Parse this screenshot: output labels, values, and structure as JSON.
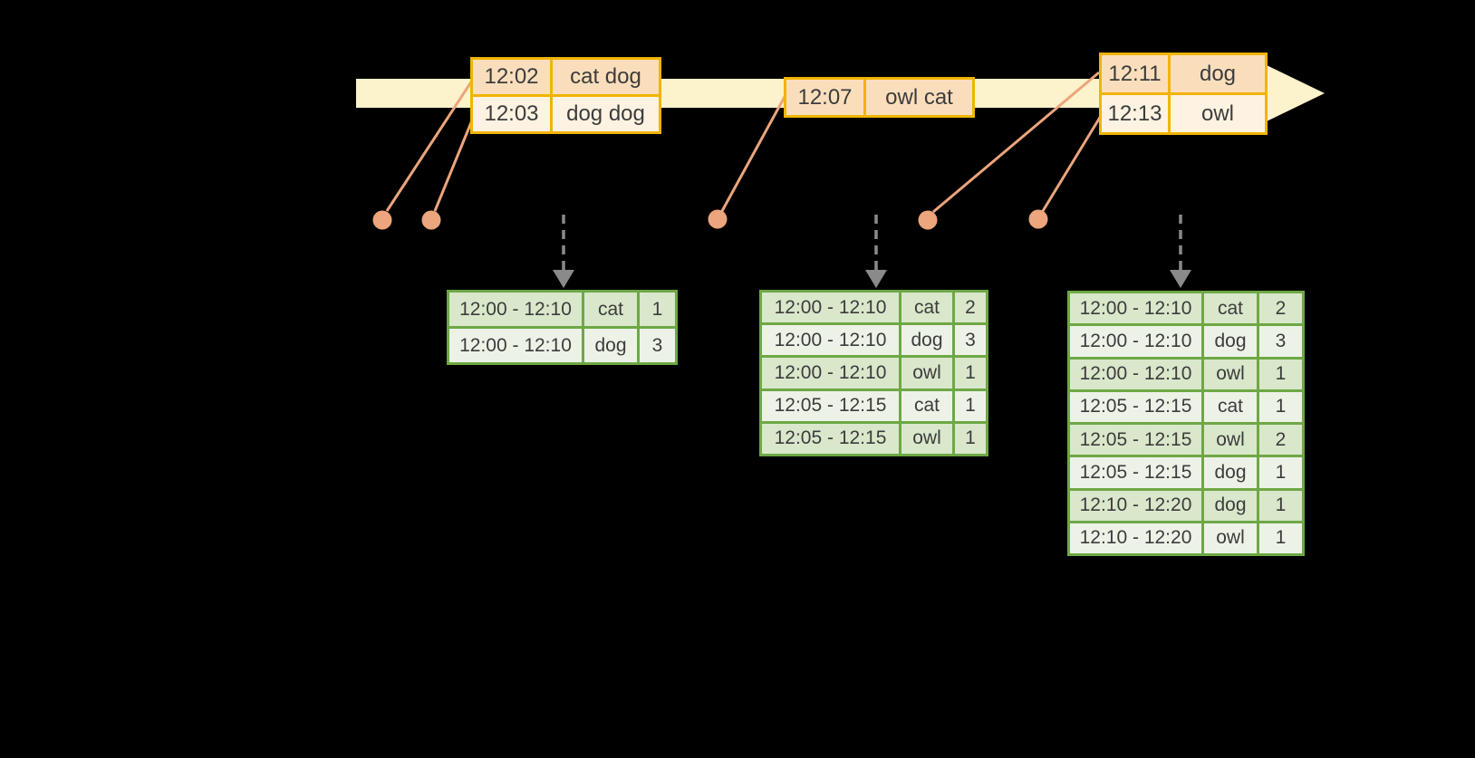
{
  "colors": {
    "background": "#000000",
    "timeline_band": "#FCF2CC",
    "event_table_border": "#F1B403",
    "event_row_dark": "#FADEBC",
    "event_row_light": "#FEF3E2",
    "result_table_border": "#6EA845",
    "result_row_dark": "#D9E7CB",
    "result_row_light": "#EDF2E7",
    "dot_and_line": "#ECA57C",
    "dashed_arrow": "#8A8A8A",
    "cell_text": "#3C3C3C"
  },
  "event_tables": [
    {
      "rows": [
        {
          "time": "12:02",
          "words": "cat dog"
        },
        {
          "time": "12:03",
          "words": "dog dog"
        }
      ]
    },
    {
      "rows": [
        {
          "time": "12:07",
          "words": "owl cat"
        }
      ]
    },
    {
      "rows": [
        {
          "time": "12:11",
          "words": "dog"
        },
        {
          "time": "12:13",
          "words": "owl"
        }
      ]
    }
  ],
  "result_tables": [
    {
      "rows": [
        {
          "window": "12:00 - 12:10",
          "word": "cat",
          "count": "1"
        },
        {
          "window": "12:00 - 12:10",
          "word": "dog",
          "count": "3"
        }
      ]
    },
    {
      "rows": [
        {
          "window": "12:00 - 12:10",
          "word": "cat",
          "count": "2"
        },
        {
          "window": "12:00 - 12:10",
          "word": "dog",
          "count": "3"
        },
        {
          "window": "12:00 - 12:10",
          "word": "owl",
          "count": "1"
        },
        {
          "window": "12:05 - 12:15",
          "word": "cat",
          "count": "1"
        },
        {
          "window": "12:05 - 12:15",
          "word": "owl",
          "count": "1"
        }
      ]
    },
    {
      "rows": [
        {
          "window": "12:00 - 12:10",
          "word": "cat",
          "count": "2"
        },
        {
          "window": "12:00 - 12:10",
          "word": "dog",
          "count": "3"
        },
        {
          "window": "12:00 - 12:10",
          "word": "owl",
          "count": "1"
        },
        {
          "window": "12:05 - 12:15",
          "word": "cat",
          "count": "1"
        },
        {
          "window": "12:05 - 12:15",
          "word": "owl",
          "count": "2"
        },
        {
          "window": "12:05 - 12:15",
          "word": "dog",
          "count": "1"
        },
        {
          "window": "12:10 - 12:20",
          "word": "dog",
          "count": "1"
        },
        {
          "window": "12:10 - 12:20",
          "word": "owl",
          "count": "1"
        }
      ]
    }
  ]
}
